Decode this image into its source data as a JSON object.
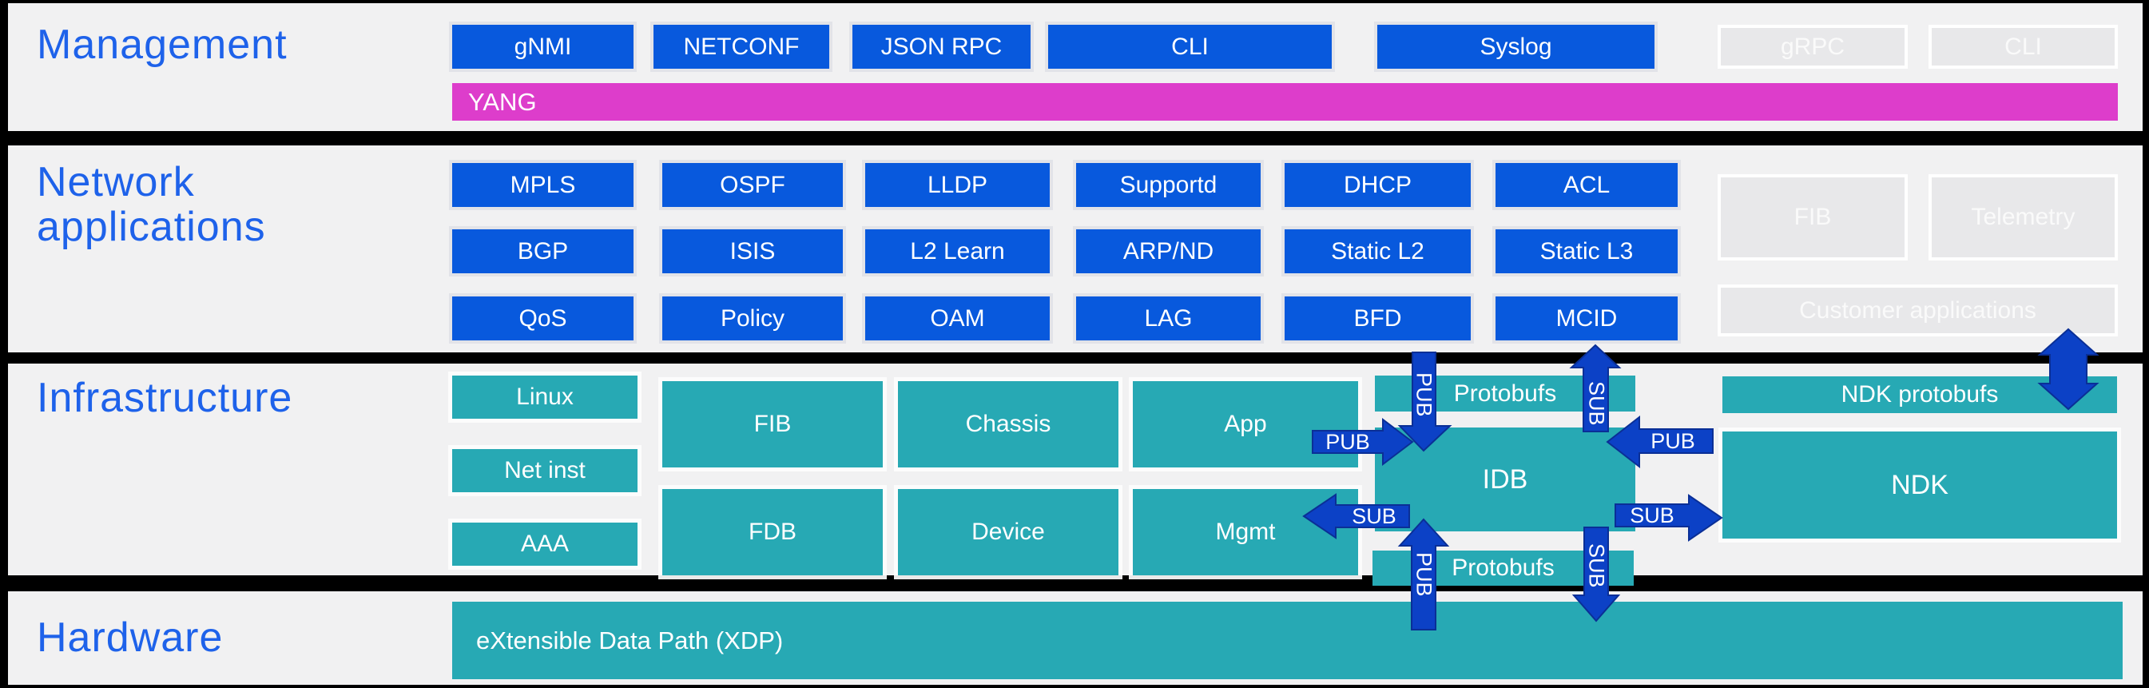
{
  "management": {
    "title": "Management",
    "protocols": [
      "gNMI",
      "NETCONF",
      "JSON RPC",
      "CLI",
      "Syslog"
    ],
    "disabled_protocols": [
      "gRPC",
      "CLI"
    ],
    "yang_label": "YANG"
  },
  "network_applications": {
    "title_line1": "Network",
    "title_line2": "applications",
    "apps": [
      "MPLS",
      "OSPF",
      "LLDP",
      "Supportd",
      "DHCP",
      "ACL",
      "BGP",
      "ISIS",
      "L2 Learn",
      "ARP/ND",
      "Static L2",
      "Static L3",
      "QoS",
      "Policy",
      "OAM",
      "LAG",
      "BFD",
      "MCID"
    ],
    "disabled_fib": "FIB",
    "disabled_telemetry": "Telemetry",
    "customer_apps": "Customer applications"
  },
  "infrastructure": {
    "title": "Infrastructure",
    "os_stack": [
      "Linux",
      "Net inst",
      "AAA"
    ],
    "top_row": [
      "FIB",
      "Chassis",
      "App"
    ],
    "bottom_row": [
      "FDB",
      "Device",
      "Mgmt"
    ],
    "protobufs_top": "Protobufs",
    "protobufs_bottom": "Protobufs",
    "idb": "IDB",
    "ndk_protobufs": "NDK protobufs",
    "ndk": "NDK",
    "arrow_labels": {
      "top_pub": "PUB",
      "top_sub": "SUB",
      "left_pub": "PUB",
      "left_sub": "SUB",
      "right_pub": "PUB",
      "right_sub": "SUB",
      "bottom_pub": "PUB",
      "bottom_sub": "SUB"
    }
  },
  "hardware": {
    "title": "Hardware",
    "xdp": "eXtensible Data Path (XDP)"
  },
  "colors": {
    "accent_blue": "#0859dd",
    "title_blue": "#1e62ea",
    "teal": "#27a9b4",
    "magenta": "#dd3dcb",
    "arrow_blue": "#0c41c6"
  }
}
